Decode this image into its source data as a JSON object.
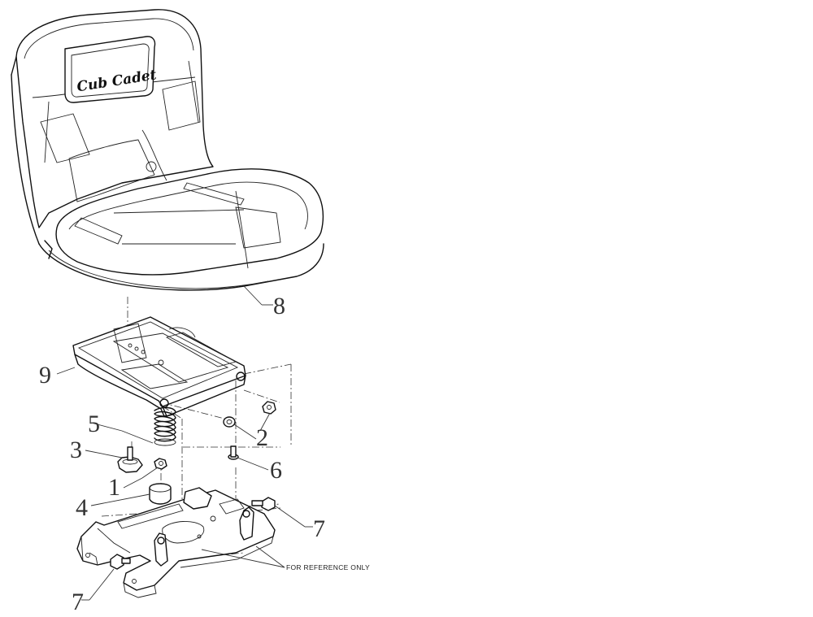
{
  "logo_text": "Cub Cadet",
  "callouts": {
    "c1": "1",
    "c2": "2",
    "c3": "3",
    "c4": "4",
    "c5": "5",
    "c6": "6",
    "c7a": "7",
    "c7b": "7",
    "c8": "8",
    "c9": "9"
  },
  "reference_note": "FOR REFERENCE ONLY"
}
